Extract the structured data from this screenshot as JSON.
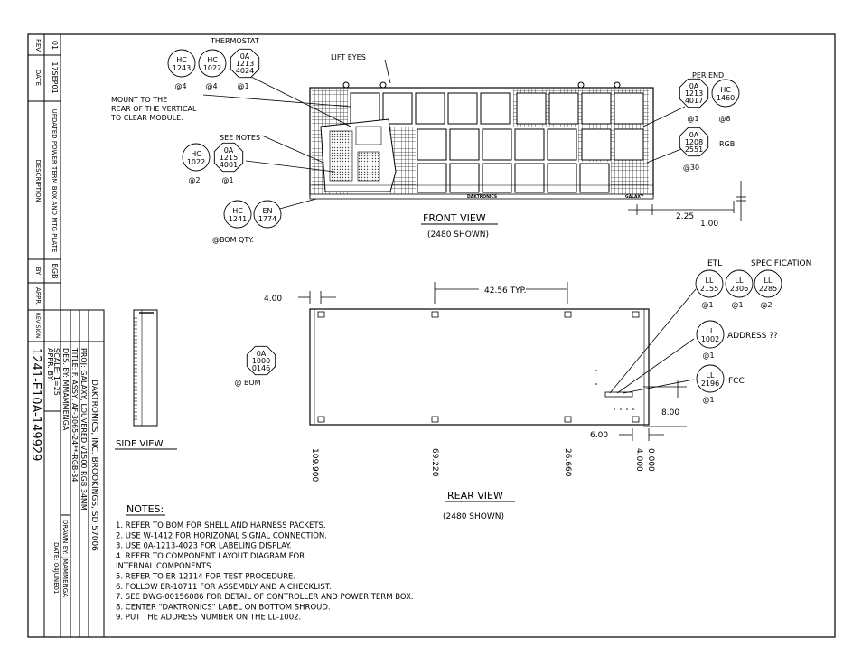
{
  "revision_block": {
    "headers": {
      "rev": "REV",
      "date": "DATE",
      "description": "DESCRIPTION",
      "by": "BY",
      "appr": "APPR."
    },
    "rev": "01",
    "date": "17SEP01",
    "description": "UPDATED POWER TERM BOX AND MTG PLATE",
    "by": "BGB",
    "revision_label": "REVISION"
  },
  "title_block": {
    "company": "DAKTRONICS, INC.  BROOKINGS, SD 57006",
    "proj": "PROJ:  GALAXY, LOUVERED V1500 RGB 34MM",
    "title": "TITLE:  F. ASSY, AF-3065-24**-RGB-34",
    "des_by": "DES. BY:  MMAMMENGA",
    "drawn_by": "DRAWN BY:  JMAMMENGA",
    "appr_by": "APPR. BY:",
    "date": "DATE: 04JUNE01",
    "scale": "SCALE:   1=25",
    "drawing_number": "1241-E10A-149929"
  },
  "front": {
    "thermostat": "THERMOSTAT",
    "lift_eyes": "LIFT EYES",
    "per_end": "PER END",
    "rgb": "RGB",
    "mount_note": [
      "MOUNT TO THE",
      "REAR OF THE VERTICAL",
      "TO CLEAR MODULE."
    ],
    "see_notes": "SEE NOTES",
    "view_title": "FRONT VIEW",
    "shown": "(2480 SHOWN)",
    "brand_left": "DAKTRONICS",
    "brand_right": "GALAXY",
    "dim_225": "2.25",
    "dim_100": "1.00"
  },
  "bubbles": {
    "hc1243": {
      "a": "HC",
      "b": "1243",
      "q": "@4"
    },
    "hc1022a": {
      "a": "HC",
      "b": "1022",
      "q": "@4"
    },
    "oa1213_4024": {
      "a": "0A",
      "b": "1213",
      "c": "4024",
      "q": "@1"
    },
    "oa1213_4017": {
      "a": "0A",
      "b": "1213",
      "c": "4017",
      "q": "@1"
    },
    "hc1460": {
      "a": "HC",
      "b": "1460",
      "q": "@8"
    },
    "oa1208_2551": {
      "a": "0A",
      "b": "1208",
      "c": "2551",
      "q": "@30"
    },
    "hc1022b": {
      "a": "HC",
      "b": "1022",
      "q": "@2"
    },
    "oa1215_4001": {
      "a": "0A",
      "b": "1215",
      "c": "4001",
      "q": "@1"
    },
    "hc1241": {
      "a": "HC",
      "b": "1241"
    },
    "en1774": {
      "a": "EN",
      "b": "1774",
      "q": "@BOM QTY."
    },
    "oa1000_0146": {
      "a": "0A",
      "b": "1000",
      "c": "0146",
      "q": "@ BOM"
    },
    "ll2155": {
      "a": "LL",
      "b": "2155",
      "q": "@1"
    },
    "ll2306": {
      "a": "LL",
      "b": "2306",
      "q": "@1"
    },
    "ll2285": {
      "a": "LL",
      "b": "2285",
      "q": "@2"
    },
    "ll1002": {
      "a": "LL",
      "b": "1002",
      "q": "@1"
    },
    "ll2196": {
      "a": "LL",
      "b": "2196",
      "q": "@1"
    }
  },
  "rear": {
    "etl": "ETL",
    "specification": "SPECIFICATION",
    "address": "ADDRESS ??",
    "fcc": "FCC",
    "dim_400": "4.00",
    "dim_4256": "42.56 TYP.",
    "dim_800": "8.00",
    "dim_600": "6.00",
    "x109": "109.900",
    "x69": "69.220",
    "x26": "26.660",
    "x4": "4.000",
    "x0": "0.000",
    "view_title": "REAR VIEW",
    "shown": "(2480 SHOWN)"
  },
  "side_view": "SIDE VIEW",
  "notes": {
    "title": "NOTES:",
    "items": [
      "1.   REFER TO BOM FOR SHELL AND HARNESS PACKETS.",
      "2.   USE W-1412 FOR HORIZONAL SIGNAL CONNECTION.",
      "3.   USE 0A-1213-4023 FOR LABELING DISPLAY.",
      "4.   REFER TO COMPONENT LAYOUT DIAGRAM FOR",
      "       INTERNAL COMPONENTS.",
      "5.   REFER TO ER-12114 FOR TEST PROCEDURE.",
      "6.   FOLLOW ER-10711 FOR ASSEMBLY AND A CHECKLIST.",
      "7.   SEE DWG-00156086 FOR DETAIL OF CONTROLLER AND POWER TERM BOX.",
      "8.   CENTER \"DAKTRONICS\" LABEL ON BOTTOM SHROUD.",
      "9.   PUT THE ADDRESS NUMBER ON THE LL-1002."
    ]
  }
}
